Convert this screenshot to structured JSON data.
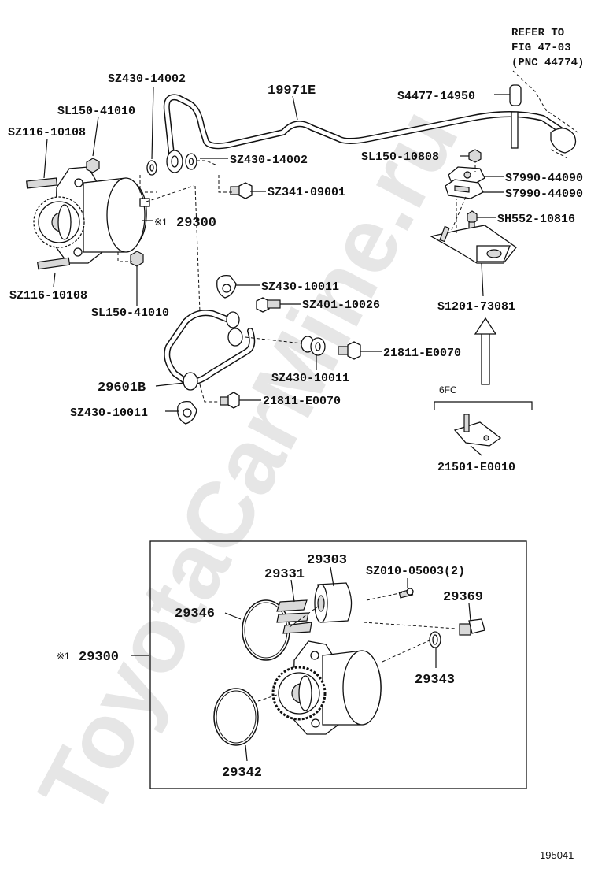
{
  "watermark": "ToyotaCarMine.ru",
  "figure_number": "195041",
  "refer_to": {
    "line1": "REFER TO",
    "line2": "FIG 47-03",
    "line3": "(PNC 44774)"
  },
  "labels": {
    "sz430_14002_top": "SZ430-14002",
    "sl150_41010_top": "SL150-41010",
    "sz116_10108_top": "SZ116-10108",
    "pipe_19971e": "19971E",
    "sz430_14002_mid": "SZ430-14002",
    "sz341_09001": "SZ341-09001",
    "assy_29300_top": "29300",
    "sz116_10108_bot": "SZ116-10108",
    "sl150_41010_bot": "SL150-41010",
    "sz430_10011_a": "SZ430-10011",
    "sz401_10026": "SZ401-10026",
    "sz430_10011_b": "SZ430-10011",
    "p21811_e0070_a": "21811-E0070",
    "p29601b": "29601B",
    "p21811_e0070_b": "21811-E0070",
    "sz430_10011_c": "SZ430-10011",
    "s4477_14950": "S4477-14950",
    "sl150_10808": "SL150-10808",
    "s7990_44090_a": "S7990-44090",
    "s7990_44090_b": "S7990-44090",
    "sh552_10816": "SH552-10816",
    "s1201_73081": "S1201-73081",
    "fc6": "6FC",
    "p21501_e0010": "21501-E0010",
    "p29303": "29303",
    "p29331": "29331",
    "sz010_05003": "SZ010-05003(2)",
    "p29369": "29369",
    "p29346": "29346",
    "assy_29300_box": "29300",
    "p29343": "29343",
    "p29342": "29342",
    "note_mark_top": "※1",
    "note_mark_box": "※1"
  }
}
